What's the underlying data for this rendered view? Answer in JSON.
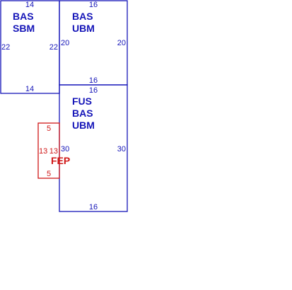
{
  "colors": {
    "primary": "#1515b8",
    "secondary": "#d01818",
    "background": "#ffffff"
  },
  "rooms": [
    {
      "id": "bas-sbm",
      "color": "primary",
      "label_lines": [
        "BAS",
        "SBM"
      ],
      "dims": {
        "top": "14",
        "bottom": "14",
        "left": "22",
        "right": "22"
      }
    },
    {
      "id": "bas-ubm",
      "color": "primary",
      "label_lines": [
        "BAS",
        "UBM"
      ],
      "dims": {
        "top": "16",
        "bottom": "16",
        "left": "20",
        "right": "20"
      }
    },
    {
      "id": "fus-bas-ubm",
      "color": "primary",
      "label_lines": [
        "FUS",
        "BAS",
        "UBM"
      ],
      "dims": {
        "top": "16",
        "bottom": "16",
        "left": "30",
        "right": "30"
      }
    },
    {
      "id": "fep",
      "color": "secondary",
      "label_lines": [
        "FEP"
      ],
      "dims": {
        "top": "5",
        "bottom": "5",
        "left": "13",
        "right": "13"
      }
    }
  ]
}
